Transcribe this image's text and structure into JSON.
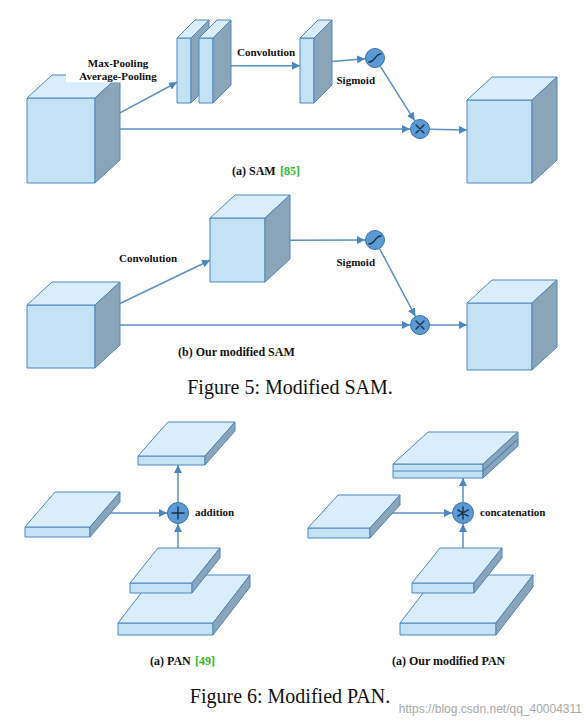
{
  "diagram": {
    "nodes": [
      {
        "text": []
      },
      {
        "text": []
      },
      {
        "text": []
      },
      {
        "text": [
          "Sigmoid"
        ]
      },
      {
        "text": []
      },
      {
        "text": []
      },
      {
        "text": []
      },
      {
        "text": []
      },
      {
        "text": [
          "Sigmoid"
        ]
      },
      {
        "text": []
      },
      {
        "text": []
      },
      {
        "text": []
      },
      {
        "text": []
      },
      {
        "text": [
          "addition"
        ]
      },
      {
        "text": []
      },
      {
        "text": []
      },
      {
        "text": []
      },
      {
        "text": [
          "concatenation"
        ]
      },
      {
        "text": []
      }
    ],
    "edges": [
      {
        "from": 0,
        "to": 1,
        "arrow": "to",
        "label": "Max-Pooling Average-Pooling"
      },
      {
        "from": 1,
        "to": 2,
        "arrow": "to",
        "label": "Convolution"
      },
      {
        "from": 2,
        "to": 3,
        "arrow": "to"
      },
      {
        "from": 3,
        "to": 4,
        "arrow": "to"
      },
      {
        "from": 0,
        "to": 4,
        "arrow": "to"
      },
      {
        "from": 4,
        "to": 5,
        "arrow": "to"
      },
      {
        "from": 6,
        "to": 7,
        "arrow": "to",
        "label": "Convolution"
      },
      {
        "from": 7,
        "to": 8,
        "arrow": "to"
      },
      {
        "from": 8,
        "to": 9,
        "arrow": "to"
      },
      {
        "from": 6,
        "to": 9,
        "arrow": "to"
      },
      {
        "from": 9,
        "to": 10,
        "arrow": "to"
      },
      {
        "from": 12,
        "to": 13,
        "arrow": "to"
      },
      {
        "from": 14,
        "to": 13,
        "arrow": "to"
      },
      {
        "from": 13,
        "to": 11,
        "arrow": "to"
      },
      {
        "from": 16,
        "to": 17,
        "arrow": "to"
      },
      {
        "from": 18,
        "to": 17,
        "arrow": "to"
      },
      {
        "from": 17,
        "to": 15,
        "arrow": "to"
      }
    ],
    "labels": [
      "(a) SAM",
      "[85]",
      "(b) Our modified SAM",
      "Figure 5: Modified SAM.",
      "(a) PAN",
      "[49]",
      "(a) Our modified PAN",
      "Figure 6: Modified PAN.",
      "https://blog.csdn.net/qq_40004311"
    ]
  }
}
